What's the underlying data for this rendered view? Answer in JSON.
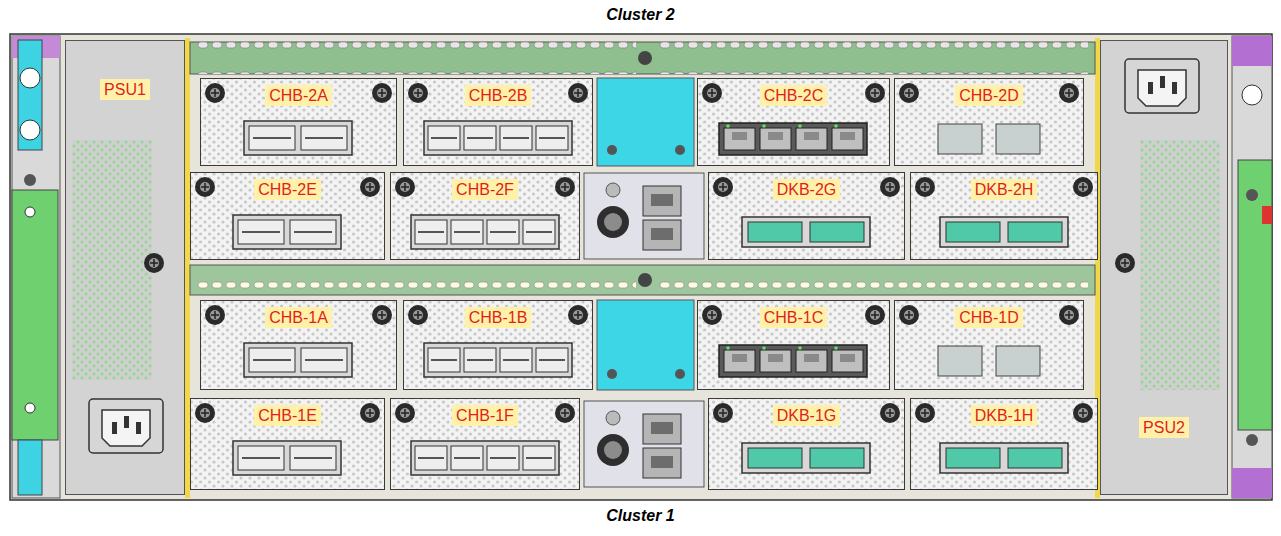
{
  "diagram": {
    "title": "Cluster 2",
    "caption": "Cluster 1",
    "nodes": [
      {
        "text": [
          "PSU1"
        ]
      },
      {
        "text": [
          "CHB-2A"
        ]
      },
      {
        "text": [
          "CHB-2B"
        ]
      },
      {
        "text": [
          "CHB-2C"
        ]
      },
      {
        "text": [
          "CHB-2D"
        ]
      },
      {
        "text": [
          "CHB-2E"
        ]
      },
      {
        "text": [
          "CHB-2F"
        ]
      },
      {
        "text": [
          "DKB-2G"
        ]
      },
      {
        "text": [
          "DKB-2H"
        ]
      },
      {
        "text": [
          "CHB-1A"
        ]
      },
      {
        "text": [
          "CHB-1B"
        ]
      },
      {
        "text": [
          "CHB-1C"
        ]
      },
      {
        "text": [
          "CHB-1D"
        ]
      },
      {
        "text": [
          "CHB-1E"
        ]
      },
      {
        "text": [
          "CHB-1F"
        ]
      },
      {
        "text": [
          "DKB-1G"
        ]
      },
      {
        "text": [
          "DKB-1H"
        ]
      },
      {
        "text": [
          "PSU2"
        ]
      }
    ]
  }
}
